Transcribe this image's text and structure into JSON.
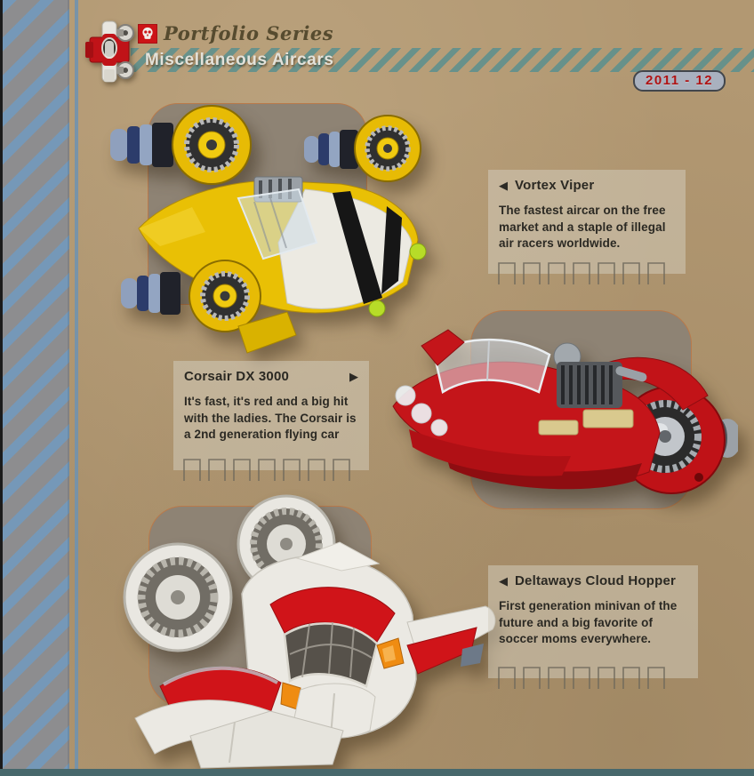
{
  "header": {
    "series_label": "Portfolio Series",
    "title": "Miscellaneous Aircars",
    "year_badge": "2011 - 12"
  },
  "icons": {
    "logo": "aircar-top-view",
    "series_badge": "lego-skull",
    "arrow_left": "◀",
    "arrow_right": "▶"
  },
  "entries": [
    {
      "name": "Vortex Viper",
      "description": "The fastest aircar on the free market and a staple of illegal air racers worldwide.",
      "arrow_glyph": "◀",
      "arrow_side": "left",
      "model_color": "yellow"
    },
    {
      "name": "Corsair DX 3000",
      "description": "It's fast, it's red and a big hit with the ladies. The Corsair is a 2nd generation flying car",
      "arrow_glyph": "▶",
      "arrow_side": "right",
      "model_color": "red"
    },
    {
      "name": "Deltaways Cloud Hopper",
      "description": "First generation minivan of the future and a big favorite of soccer moms everywhere.",
      "arrow_glyph": "◀",
      "arrow_side": "left",
      "model_color": "white-red"
    }
  ],
  "colors": {
    "kraft_background": "#b29872",
    "band_stripe_teal": "#5f908d",
    "ribbon_blue": "#7598b8",
    "ribbon_gray": "#8d8d8f",
    "badge_background": "#a9b1bf",
    "badge_text_red": "#b01314",
    "bottom_bar_teal": "#47686c",
    "photo_panel": "#8e8374",
    "text": "#2b2923"
  }
}
